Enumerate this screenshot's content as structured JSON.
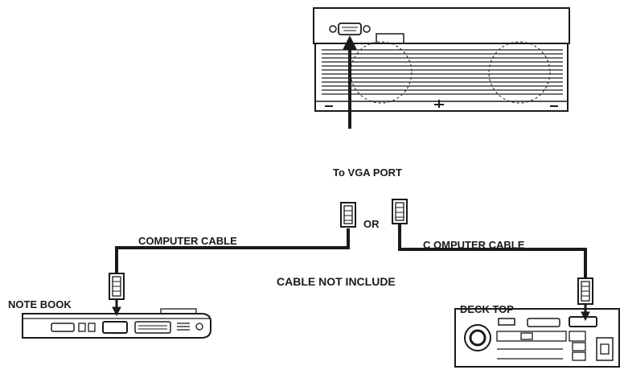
{
  "labels": {
    "vga_port": "To VGA PORT",
    "or": "OR",
    "computer_cable_left": "COMPUTER CABLE",
    "computer_cable_right": "C OMPUTER CABLE",
    "cable_not_include": "CABLE NOT INCLUDE",
    "notebook": "NOTE BOOK",
    "desktop": "DECK TOP"
  },
  "colors": {
    "ink": "#1a1a1a",
    "background": "#ffffff"
  }
}
